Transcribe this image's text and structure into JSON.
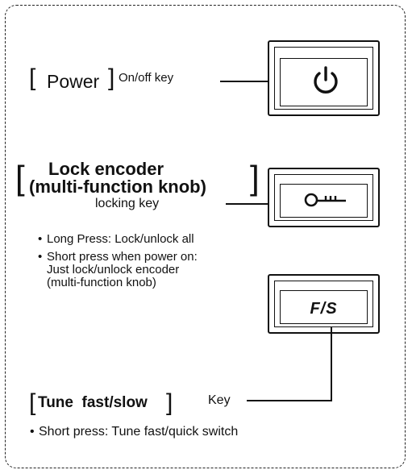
{
  "power": {
    "open_bracket": "[",
    "title": "Power",
    "close_bracket": "]",
    "suffix": "On/off key",
    "icon": "power-icon"
  },
  "lock": {
    "open_bracket": "[",
    "title_line1": "Lock encoder",
    "title_line2": "(multi-function knob)",
    "close_bracket": "]",
    "subtitle": "locking key",
    "icon": "key-icon",
    "bullets": [
      "Long Press: Lock/unlock all",
      "Short press when power on:",
      "Just lock/unlock encoder",
      "(multi-function knob)"
    ]
  },
  "tune": {
    "key_label": "F/S",
    "open_bracket": "[",
    "title": "Tune  fast/slow",
    "close_bracket": "]",
    "suffix": "Key",
    "bullets": [
      "Short press: Tune fast/quick switch"
    ]
  }
}
